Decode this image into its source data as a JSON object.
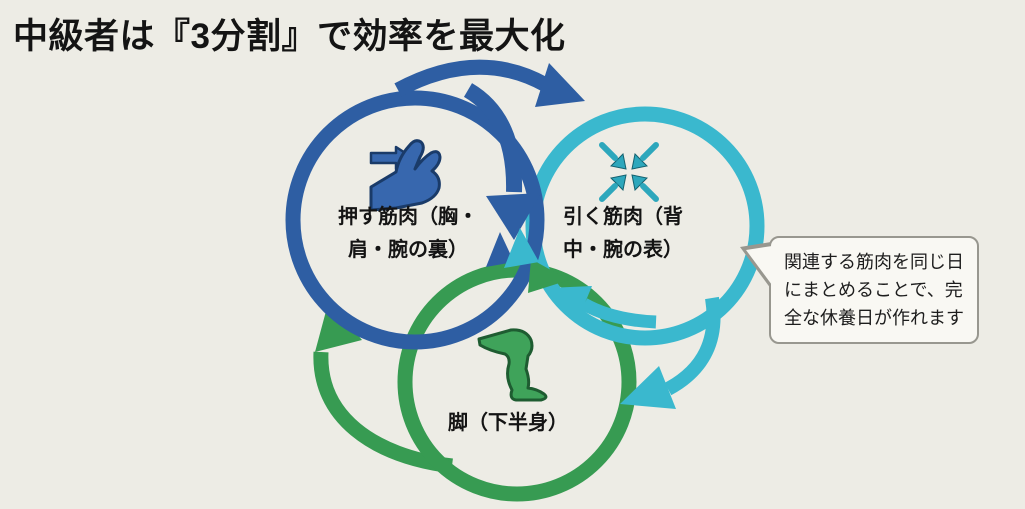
{
  "title": "中級者は『3分割』で効率を最大化",
  "diagram": {
    "push": {
      "lines": [
        "押す筋肉（胸・",
        "肩・腕の裏）"
      ],
      "icon": "push-hand-icon",
      "color": "#2e5ea3"
    },
    "pull": {
      "lines": [
        "引く筋肉（背",
        "中・腕の表）"
      ],
      "icon": "converge-arrows-icon",
      "color": "#3ab8ce"
    },
    "legs": {
      "lines": [
        "脚（下半身）"
      ],
      "icon": "leg-icon",
      "color": "#379b52"
    },
    "cycle": [
      "push->pull",
      "pull->legs",
      "legs->push"
    ]
  },
  "callout": {
    "lines": [
      "関連する筋肉を同じ日",
      "にまとめることで、完",
      "全な休養日が作れます"
    ]
  },
  "colors": {
    "background": "#edece5",
    "title_text": "#141414",
    "push_blue": "#2e5ea3",
    "pull_cyan": "#3ab8ce",
    "legs_green": "#379b52",
    "icon_hand_fill": "#3767ae",
    "icon_hand_outline": "#1a3b69",
    "icon_converge": "#2da7bc",
    "icon_leg_fill": "#3fa35a",
    "icon_leg_outline": "#1e5c31",
    "callout_bg": "#f9f8f3",
    "callout_border": "#98978f"
  }
}
